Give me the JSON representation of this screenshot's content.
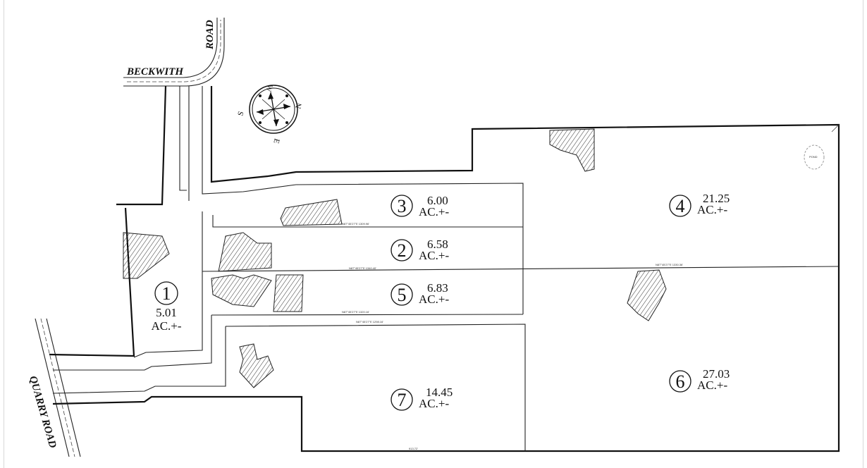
{
  "roads": {
    "beckwith": "BECKWITH",
    "beckwith_suffix": "ROAD",
    "quarry": "QUARRY ROAD"
  },
  "compass": {
    "n": "N",
    "s": "S",
    "e": "E",
    "w": "W"
  },
  "lots": [
    {
      "number": "1",
      "acres": "5.01",
      "unit": "AC.+-"
    },
    {
      "number": "2",
      "acres": "6.58",
      "unit": "AC.+-"
    },
    {
      "number": "3",
      "acres": "6.00",
      "unit": "AC.+-"
    },
    {
      "number": "4",
      "acres": "21.25",
      "unit": "AC.+-"
    },
    {
      "number": "5",
      "acres": "6.83",
      "unit": "AC.+-"
    },
    {
      "number": "6",
      "acres": "27.03",
      "unit": "AC.+-"
    },
    {
      "number": "7",
      "acres": "14.45",
      "unit": "AC.+-"
    }
  ],
  "dimensions": {
    "lot3_bottom": "N87°45'27\"E 1309.96'",
    "lot2_bottom": "N87°45'27\"E 1340.40'",
    "lot5_bottom": "N87°45'27\"E 1320.16'",
    "lot7_top": "N87°45'27\"E 1298.16'",
    "lot4_bottom": "N87°45'27\"E 1330.36'",
    "south_line": "913.72'"
  },
  "pond_label": "POND"
}
